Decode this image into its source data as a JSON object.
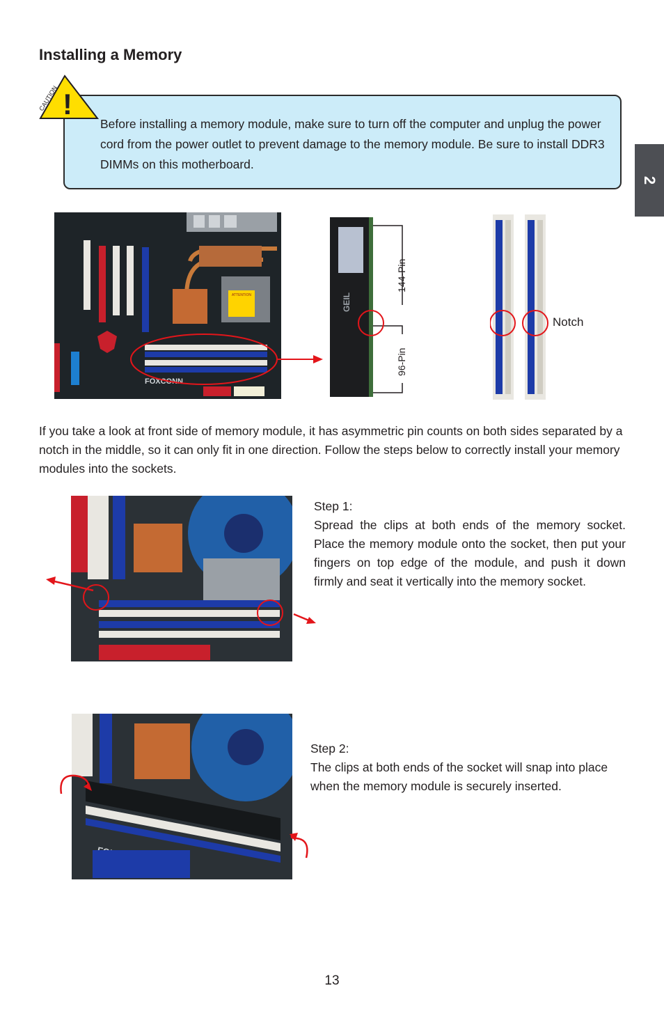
{
  "heading": "Installing a Memory",
  "caution": {
    "icon_label": "CAUTION",
    "mark": "!",
    "text": "Before installing a memory module, make sure to turn off the computer and unplug the power cord from the power outlet to prevent damage to the memory module. Be sure to install DDR3 DIMMs on this motherboard."
  },
  "chapter_tab": "2",
  "figure": {
    "pins_top": "144-Pin",
    "pins_bottom": "96-Pin",
    "notch_label": "Notch",
    "board_brand": "FOXCONN",
    "module_brand": "GEIL",
    "cpu_socket_label": "ATTENTION"
  },
  "intro": "If you take a look at front side of memory module, it has asymmetric pin counts on both sides separated by a notch in the middle, so it can only fit in one direction. Follow the steps below to correctly install your memory modules into the sockets.",
  "steps": [
    {
      "title": "Step 1:",
      "text": "Spread the clips at both ends of the memory socket. Place the memory module onto the socket, then put your fingers on top edge of the module, and push it down firmly and seat it vertically into the memory socket."
    },
    {
      "title": "Step 2:",
      "text": "The clips at both ends of the socket will snap into place when the memory module is securely inserted."
    }
  ],
  "page_number": "13",
  "colors": {
    "caution_fill": "#ccecf9",
    "warning_yellow": "#ffde00",
    "dimm_slot_blue": "#1d3ba8",
    "pcb_dark": "#1e2428",
    "highlight_red": "#e3151a",
    "tab_gray": "#4d4f54"
  }
}
